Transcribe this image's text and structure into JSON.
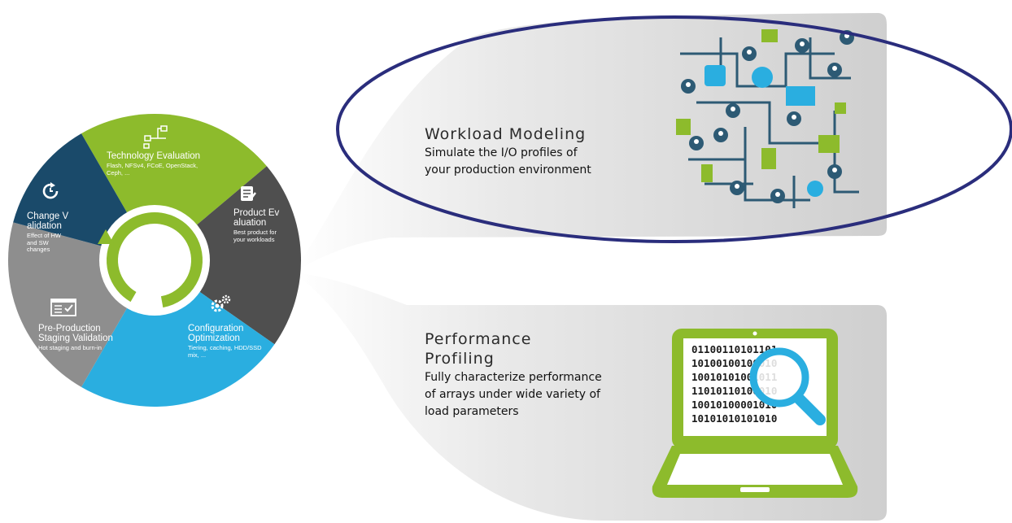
{
  "wheel": {
    "segments": [
      {
        "id": "technology-evaluation",
        "title": "Technology Evaluation",
        "description": "Flash, NFSv4, FCoE, OpenStack, Ceph, ...",
        "color": "#8dbb2c",
        "icon": "network-nodes-icon"
      },
      {
        "id": "product-evaluation",
        "title": "Product Evaluation",
        "description": "Best product for your workloads",
        "color": "#4f4f4f",
        "icon": "checklist-document-icon"
      },
      {
        "id": "configuration-optimization",
        "title": "Configuration Optimization",
        "description": "Tiering, caching, HDD/SSD mix, ...",
        "color": "#2aaee0",
        "icon": "gears-icon"
      },
      {
        "id": "pre-production-staging-validation",
        "title": "Pre-Production Staging Validation",
        "description": "Hot staging and burn-in",
        "color": "#8e8e8e",
        "icon": "checklist-window-icon"
      },
      {
        "id": "change-validation",
        "title": "Change Validation",
        "description": "Effect of HW and SW changes",
        "color": "#1a4a6a",
        "icon": "clock-refresh-icon"
      }
    ],
    "center_icon": "cycle-arrow-icon",
    "center_color": "#8dbb2c"
  },
  "panels": [
    {
      "id": "workload-modeling",
      "title": "Workload Modeling",
      "description_lines": [
        "Simulate the I/O profiles of",
        "your production environment"
      ],
      "image": "connected-network-illustration",
      "highlight_color": "#2a2d7c"
    },
    {
      "id": "performance-profiling",
      "title_lines": [
        "Performance",
        "Profiling"
      ],
      "description_lines": [
        "Fully characterize performance",
        "of arrays under wide variety of",
        "load parameters"
      ],
      "image": "laptop-binary-magnifier-illustration",
      "binary_lines": [
        "01100110101101",
        "10100100100010",
        "10010101001011",
        "11010110100010",
        "10010100001010",
        "10101010101010"
      ]
    }
  ]
}
